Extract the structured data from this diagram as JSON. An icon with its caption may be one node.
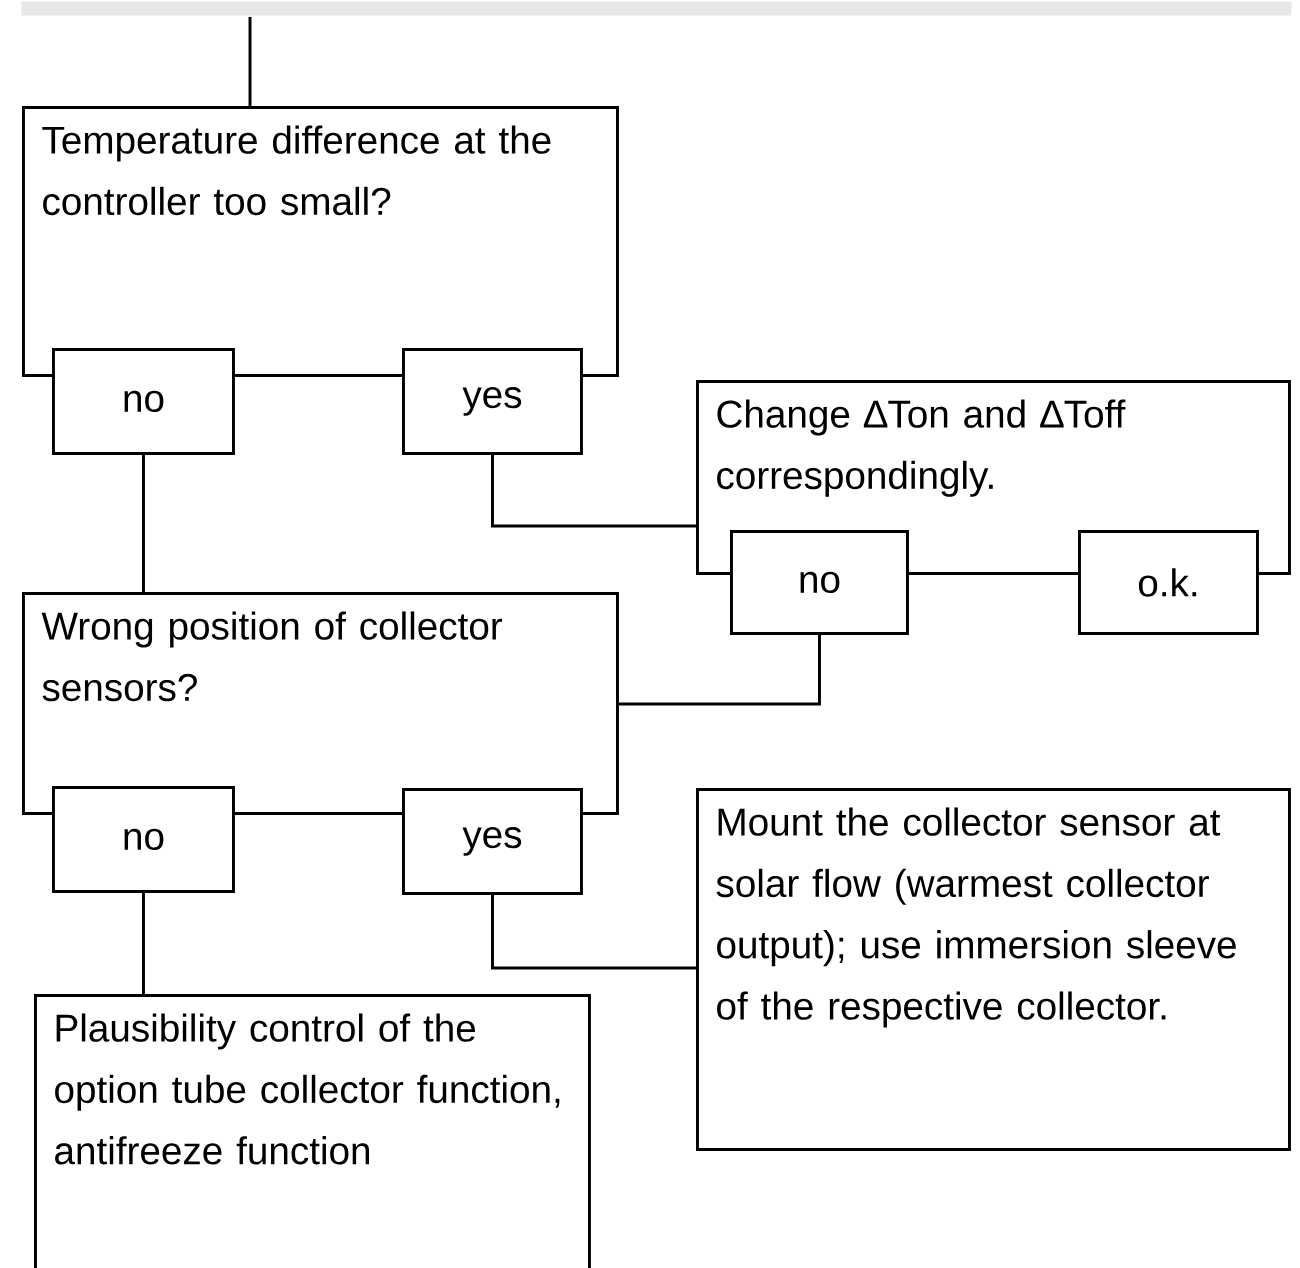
{
  "diagram": {
    "nodes": [
      {
        "text": [],
        "shape": "bar"
      },
      {
        "text": [
          "Temperature difference at the controller too small?"
        ]
      },
      {
        "text": [
          "no"
        ]
      },
      {
        "text": [
          "yes"
        ]
      },
      {
        "text": [
          "Change ∆Ton and ∆Toff correspondingly."
        ]
      },
      {
        "text": [
          "no"
        ]
      },
      {
        "text": [
          "o.k."
        ]
      },
      {
        "text": [
          "Wrong position of collector sensors?"
        ]
      },
      {
        "text": [
          "no"
        ]
      },
      {
        "text": [
          "yes"
        ]
      },
      {
        "text": [
          "Mount the collector sensor at solar flow (warmest collector output); use immersion sleeve of the respective collector."
        ]
      },
      {
        "text": [
          "Plausibility control of the option tube collector function, antifreeze function"
        ]
      }
    ],
    "edges": [
      {
        "from": 0,
        "to": 1,
        "arrow": "none"
      },
      {
        "from": 2,
        "to": 7,
        "arrow": "none"
      },
      {
        "from": 3,
        "to": 4,
        "arrow": "none"
      },
      {
        "from": 5,
        "to": 7,
        "arrow": "none"
      },
      {
        "from": 8,
        "to": 11,
        "arrow": "none"
      },
      {
        "from": 9,
        "to": 10,
        "arrow": "none"
      }
    ]
  }
}
